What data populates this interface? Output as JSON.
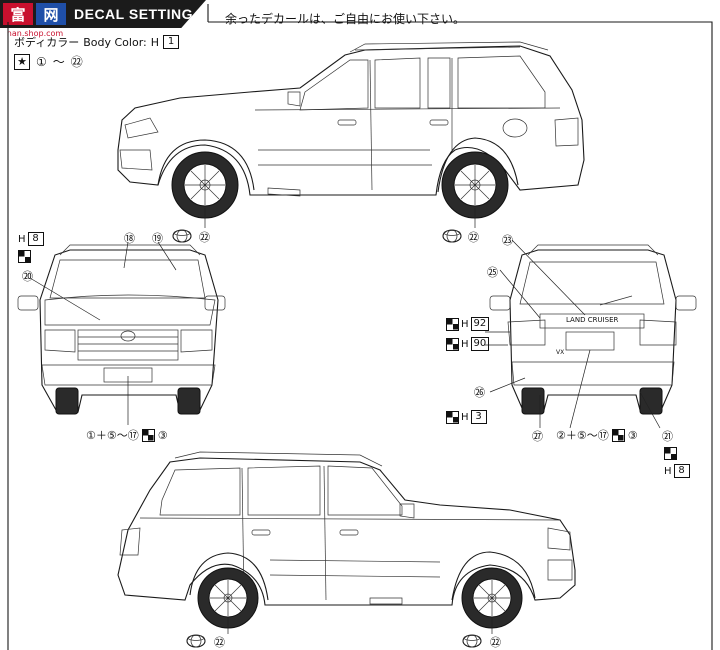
{
  "header": {
    "title": "DECAL SETTING",
    "watermark_text": "富 网",
    "watermark_sub": "nan.shop.com",
    "note": "余ったデカールは、ご自由にお使い下さい。"
  },
  "body_color": {
    "label": "ボディカラー",
    "label_en": "Body Color:",
    "code_prefix": "H",
    "code": "1"
  },
  "star_range": {
    "from": "①",
    "sep": "〜",
    "to": "㉒"
  },
  "callouts": {
    "top_side_wheel_front": "㉒",
    "top_side_wheel_rear": "㉒",
    "front_18": "⑱",
    "front_19": "⑲",
    "front_20": "⑳",
    "front_h_prefix": "H",
    "front_h_code": "8",
    "front_formula": "①＋⑤〜⑰",
    "front_formula_end": "③",
    "rear_23": "㉓",
    "rear_25": "㉕",
    "rear_26": "㉖",
    "rear_27": "㉗",
    "rear_21": "㉑",
    "rear_h92_prefix": "H",
    "rear_h92": "92",
    "rear_h90_prefix": "H",
    "rear_h90": "90",
    "rear_h3_prefix": "H",
    "rear_h3": "3",
    "rear_formula": "②＋⑤〜⑰",
    "rear_formula_end": "③",
    "rear_h8_prefix": "H",
    "rear_h8": "8",
    "bottom_wheel_front": "㉒",
    "bottom_wheel_rear": "㉒",
    "plate_text": "LAND CRUISER",
    "badge_text": "VX"
  }
}
